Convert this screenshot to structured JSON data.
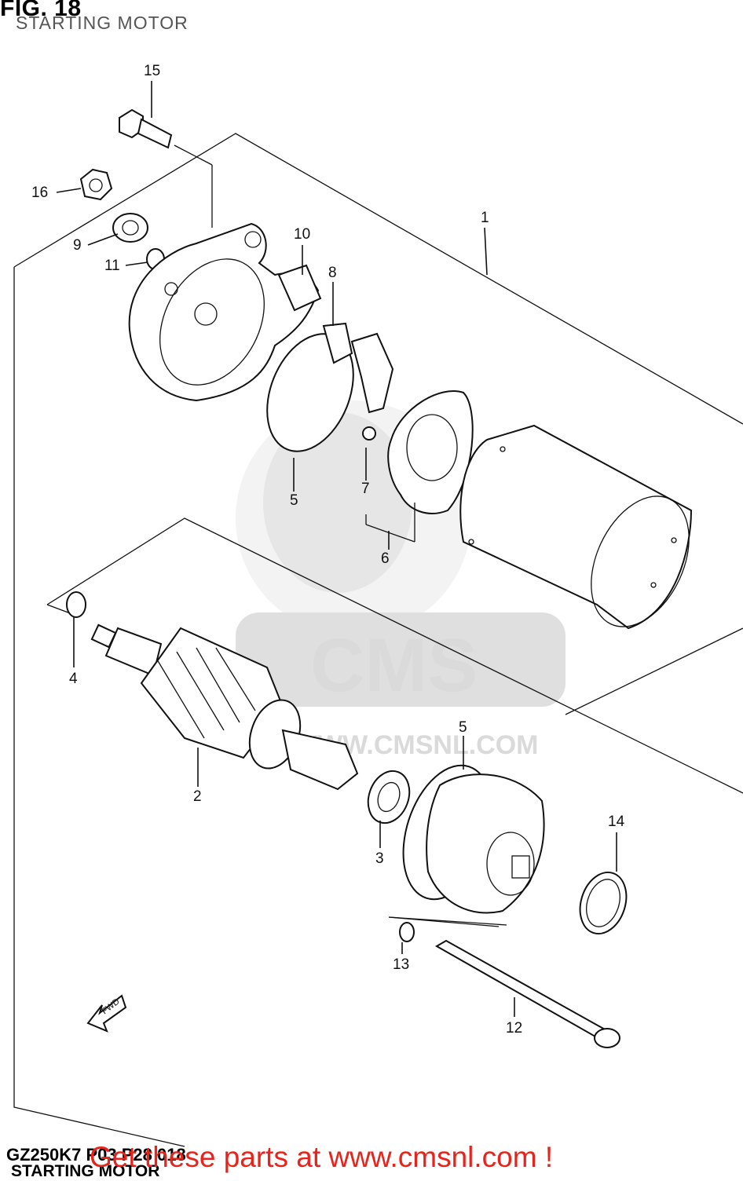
{
  "header": {
    "figure": "FIG. 18",
    "subtitle": "STARTING MOTOR"
  },
  "watermark": {
    "brand": "CMS",
    "url": "WWW.CMSNL.COM"
  },
  "callouts": [
    {
      "id": "c1",
      "label": "1"
    },
    {
      "id": "c2",
      "label": "2"
    },
    {
      "id": "c3",
      "label": "3"
    },
    {
      "id": "c4",
      "label": "4"
    },
    {
      "id": "c5a",
      "label": "5"
    },
    {
      "id": "c5b",
      "label": "5"
    },
    {
      "id": "c6",
      "label": "6"
    },
    {
      "id": "c7",
      "label": "7"
    },
    {
      "id": "c8",
      "label": "8"
    },
    {
      "id": "c9",
      "label": "9"
    },
    {
      "id": "c10",
      "label": "10"
    },
    {
      "id": "c11",
      "label": "11"
    },
    {
      "id": "c12",
      "label": "12"
    },
    {
      "id": "c13",
      "label": "13"
    },
    {
      "id": "c14",
      "label": "14"
    },
    {
      "id": "c15",
      "label": "15"
    },
    {
      "id": "c16",
      "label": "16"
    }
  ],
  "fwd_arrow_label": "FWD",
  "footer": {
    "code": "GZ250K7 P03 P28 018",
    "title": "STARTING MOTOR",
    "cta": "Get these parts at www.cmsnl.com !"
  },
  "colors": {
    "cta": "#e8231c",
    "watermark": "#d9d9d9"
  }
}
